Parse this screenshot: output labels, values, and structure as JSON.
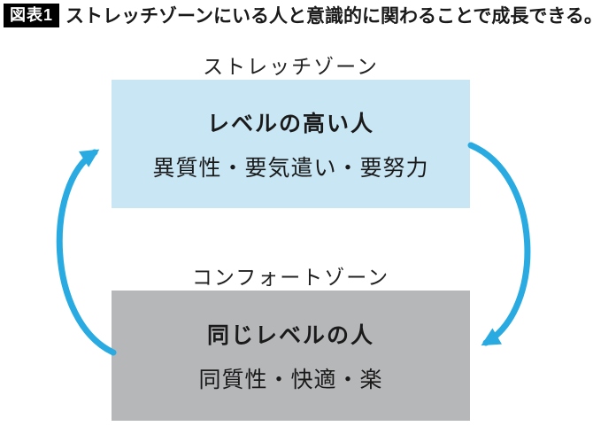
{
  "header": {
    "badge": "図表1",
    "title": "ストレッチゾーンにいる人と意識的に関わることで成長できる。"
  },
  "diagram": {
    "stretch_zone": {
      "label": "ストレッチゾーン",
      "heading": "レベルの高い人",
      "description": "異質性・要気遣い・要努力"
    },
    "comfort_zone": {
      "label": "コンフォートゾーン",
      "heading": "同じレベルの人",
      "description": "同質性・快適・楽"
    },
    "arrows": [
      {
        "name": "comfort-to-stretch-arrow",
        "side": "left",
        "direction": "up"
      },
      {
        "name": "stretch-to-comfort-arrow",
        "side": "right",
        "direction": "down"
      }
    ]
  },
  "colors": {
    "arrow": "#29abe2",
    "stretch_box": "#c9e6f5",
    "comfort_box": "#b6b7b9",
    "badge_bg": "#000000",
    "badge_text": "#ffffff",
    "text": "#1a1a1a"
  }
}
